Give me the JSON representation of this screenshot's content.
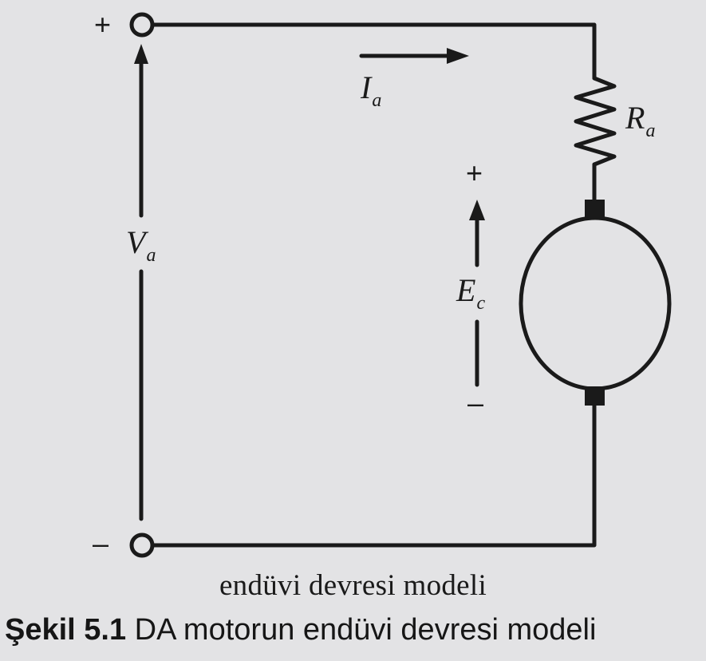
{
  "circuit": {
    "terminal_plus": "+",
    "terminal_minus": "–",
    "voltage_label": "V",
    "voltage_sub": "a",
    "current_label": "I",
    "current_sub": "a",
    "resistor_label": "R",
    "resistor_sub": "a",
    "emf_label": "E",
    "emf_sub": "c",
    "emf_plus": "+",
    "emf_minus": "–"
  },
  "captions": {
    "model": "endüvi devresi modeli",
    "figure_number": "Şekil 5.1",
    "figure_text": " DA motorun endüvi devresi modeli"
  },
  "colors": {
    "paper": "#e3e3e5",
    "ink": "#1a1a1a"
  }
}
